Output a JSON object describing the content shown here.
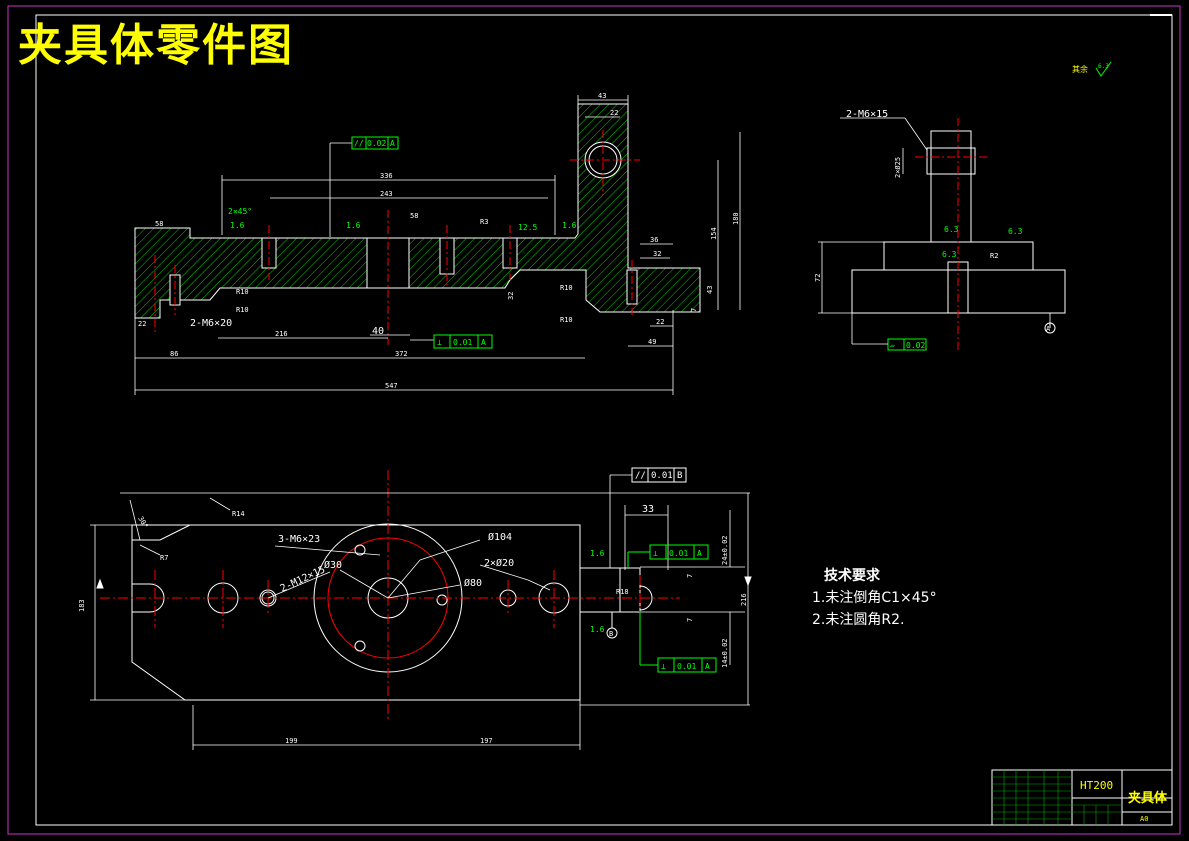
{
  "drawing": {
    "title": "夹具体零件图",
    "roughness_note": "其余",
    "roughness_value": "6.3"
  },
  "requirements": {
    "heading": "技术要求",
    "item1": "1.未注倒角C1×45°",
    "item2": "2.未注圆角R2."
  },
  "title_block": {
    "material": "HT200",
    "part_name": "夹具体",
    "sheet_size": "A0"
  },
  "front_view": {
    "dims": {
      "d336": "336",
      "d243": "243",
      "d58a": "58",
      "d58b": "58",
      "d547": "547",
      "d86": "86",
      "d372": "372",
      "d216": "216",
      "d43": "43",
      "d22": "22",
      "d154": "154",
      "d180": "180",
      "d36": "36",
      "d32": "32",
      "d22b": "22",
      "d49": "49",
      "d43b": "43",
      "d7": "7",
      "d32b": "32",
      "d40": "40",
      "d22a": "22",
      "chamfer": "2×45°",
      "tap": "2-M6×20",
      "r10a": "R10",
      "r10b": "R10",
      "r10c": "R10",
      "r10d": "R10",
      "r3": "R3",
      "ra16a": "1.6",
      "ra16b": "1.6",
      "ra16c": "1.6",
      "ra125": "12.5"
    },
    "gdt_parallel": "0.02",
    "gdt_parallel_ref": "A",
    "gdt_perp": "0.01",
    "gdt_perp_ref": "A"
  },
  "side_view": {
    "tap": "2-M6×15",
    "dia25": "2×Ø25",
    "d72": "72",
    "r2": "R2",
    "ra63a": "6.3",
    "ra63b": "6.3",
    "ra63c": "6.3",
    "gdt_flat": "0.02",
    "datum": "A"
  },
  "top_view": {
    "d104": "Ø104",
    "d30": "Ø30",
    "d80": "Ø80",
    "d20": "2×Ø20",
    "m6": "3-M6×23",
    "m12": "2-M12×15",
    "r14": "R14",
    "r7": "R7",
    "r18": "R18",
    "angle30": "30°",
    "d199": "199",
    "d197": "197",
    "d33": "33",
    "d183": "183",
    "d216": "216",
    "d24": "24±0.02",
    "d14": "14±0.02",
    "d7a": "7",
    "d7b": "7",
    "ra16": "1.6",
    "ra16b": "1.6",
    "gdt_par": "0.01",
    "gdt_par_ref": "B",
    "gdt_perp1": "0.01",
    "gdt_perp1_ref": "A",
    "gdt_perp2": "0.01",
    "gdt_perp2_ref": "A",
    "datum_b": "B"
  }
}
